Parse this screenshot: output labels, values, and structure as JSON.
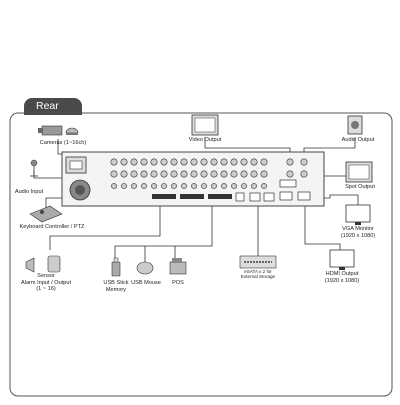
{
  "section_tab": "Rear",
  "devices": {
    "cameras": "Cameras (1~16ch)",
    "audio_input": "Audio Input",
    "keyboard": "Keyboard Controller / PTZ",
    "sensor_l1": "Sensor",
    "sensor_l2": "Alarm Input / Output",
    "sensor_l3": "(1 ~ 16)",
    "usb_stick_l1": "USB Stick",
    "usb_stick_l2": "Memory",
    "usb_mouse": "USB Mouse",
    "pos": "POS",
    "esata_l1": "eSATA x 2 for",
    "esata_l2": "External Storage",
    "video_output": "Video Output",
    "audio_output": "Audio Output",
    "spot_output": "Spot Output",
    "vga_l1": "VGA Monitor",
    "vga_l2": "(1920 x 1080)",
    "hdmi_l1": "HDMI Output",
    "hdmi_l2": "(1920 x 1080)"
  },
  "colors": {
    "tab_bg": "#4a4a4a",
    "frame": "#555555",
    "device": "#d9d9d9",
    "line": "#333333"
  }
}
